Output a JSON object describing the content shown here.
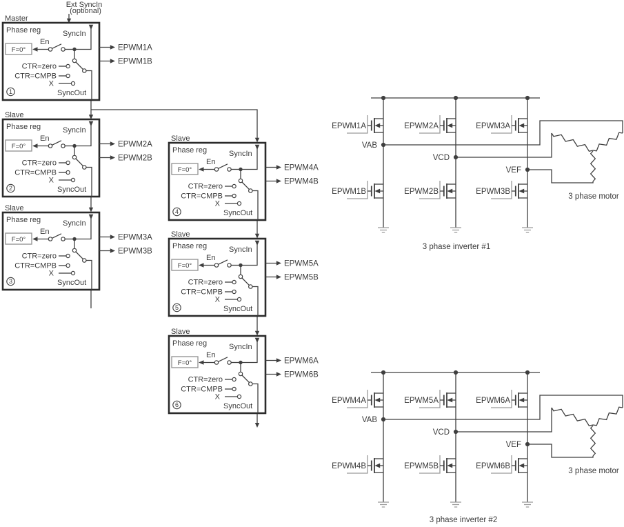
{
  "ext_sync": {
    "line1": "Ext SyncIn",
    "line2": "(optional)"
  },
  "common": {
    "phase_reg": "Phase reg",
    "syncin": "SyncIn",
    "en": "En",
    "f0": "F=0°",
    "ctr_zero": "CTR=zero",
    "ctr_cmpb": "CTR=CMPB",
    "x_label": "X",
    "syncout": "SyncOut"
  },
  "modules": [
    {
      "label": "Master",
      "num": "1",
      "out_a": "EPWM1A",
      "out_b": "EPWM1B"
    },
    {
      "label": "Slave",
      "num": "2",
      "out_a": "EPWM2A",
      "out_b": "EPWM2B"
    },
    {
      "label": "Slave",
      "num": "3",
      "out_a": "EPWM3A",
      "out_b": "EPWM3B"
    },
    {
      "label": "Slave",
      "num": "4",
      "out_a": "EPWM4A",
      "out_b": "EPWM4B"
    },
    {
      "label": "Slave",
      "num": "5",
      "out_a": "EPWM5A",
      "out_b": "EPWM5B"
    },
    {
      "label": "Slave",
      "num": "6",
      "out_a": "EPWM6A",
      "out_b": "EPWM6B"
    }
  ],
  "inverters": [
    {
      "caption": "3 phase inverter #1",
      "motor_label": "3 phase motor",
      "fets": {
        "a1": "EPWM1A",
        "a2": "EPWM2A",
        "a3": "EPWM3A",
        "b1": "EPWM1B",
        "b2": "EPWM2B",
        "b3": "EPWM3B"
      },
      "nodes": {
        "vab": "VAB",
        "vcd": "VCD",
        "vef": "VEF"
      }
    },
    {
      "caption": "3 phase inverter #2",
      "motor_label": "3 phase motor",
      "fets": {
        "a1": "EPWM4A",
        "a2": "EPWM5A",
        "a3": "EPWM6A",
        "b1": "EPWM4B",
        "b2": "EPWM5B",
        "b3": "EPWM6B"
      },
      "nodes": {
        "vab": "VAB",
        "vcd": "VCD",
        "vef": "VEF"
      }
    }
  ],
  "colors": {
    "line": "#3f3f3f",
    "muted": "#9a9a9a"
  }
}
